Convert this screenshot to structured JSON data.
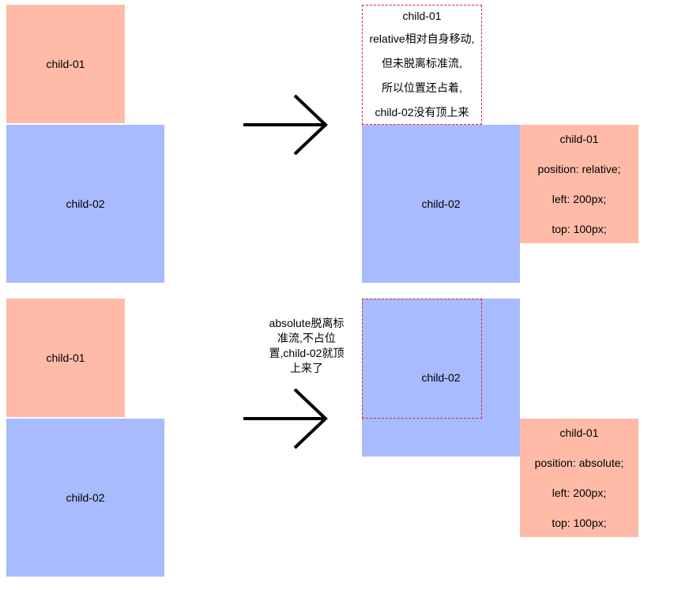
{
  "top_row": {
    "left": {
      "child01": "child-01",
      "child02": "child-02"
    },
    "right": {
      "placeholder_lines": [
        "child-01",
        "relative相对自身移动,",
        "但未脱离标准流,",
        "所以位置还占着,",
        "child-02没有顶上来"
      ],
      "child02": "child-02",
      "moved_lines": [
        "child-01",
        "position: relative;",
        "left: 200px;",
        "top: 100px;"
      ]
    }
  },
  "bottom_row": {
    "left": {
      "child01": "child-01",
      "child02": "child-02"
    },
    "note_lines": [
      "absolute脱离标",
      "准流,不占位",
      "置,child-02就顶",
      "上来了"
    ],
    "right": {
      "child02": "child-02",
      "moved_lines": [
        "child-01",
        "position: absolute;",
        "left: 200px;",
        "top: 100px;"
      ]
    }
  },
  "colors": {
    "child01": "#ffbba8",
    "child02": "#a8bbff",
    "dashed": "#d9273a",
    "arrow": "#000000"
  },
  "icons": [
    "arrow-right-icon"
  ]
}
